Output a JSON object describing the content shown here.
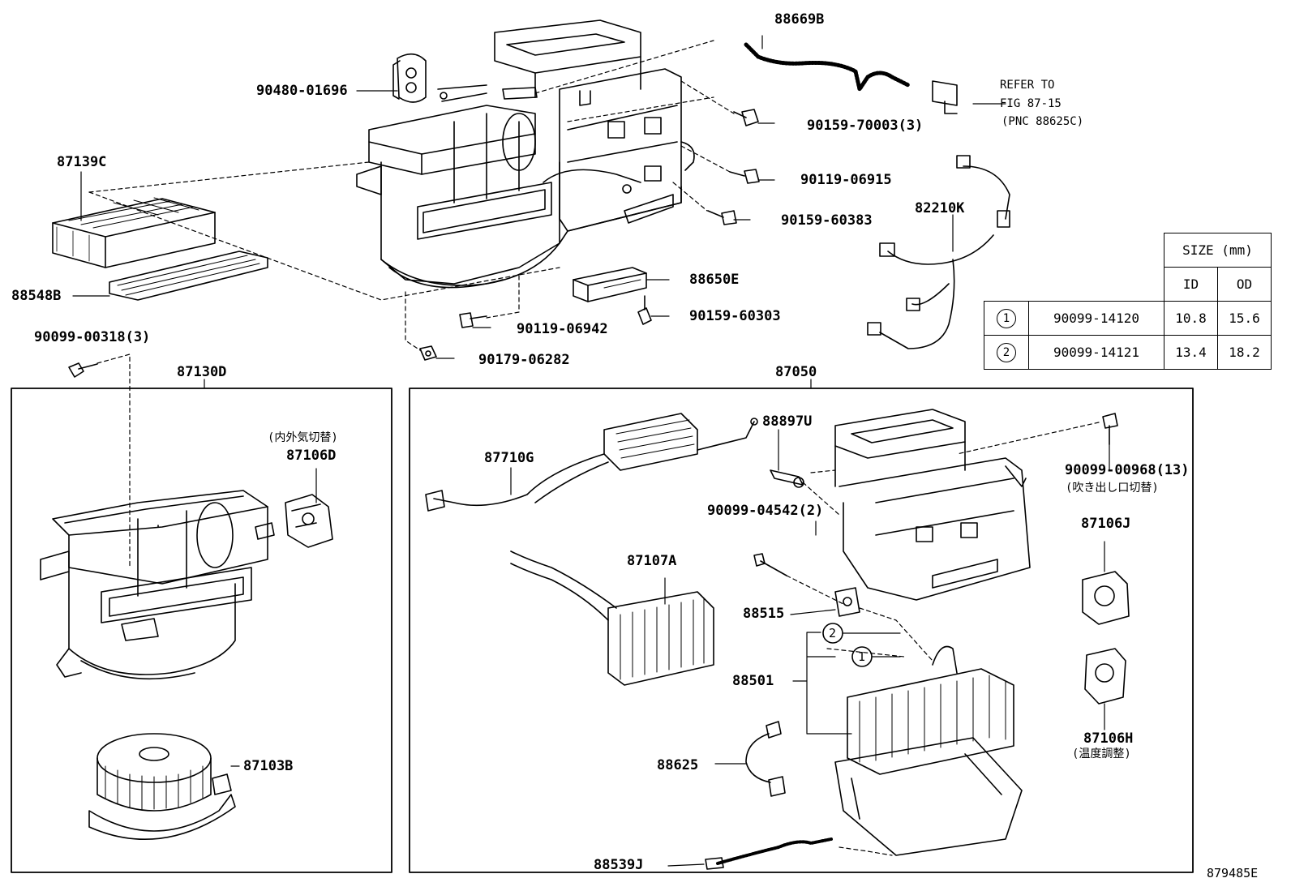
{
  "labels": {
    "p88669B": "88669B",
    "p9048001696": "90480-01696",
    "p87139C": "87139C",
    "p88548B": "88548B",
    "p9009900318": "90099-00318(3)",
    "p9015970003": "90159-70003(3)",
    "p9011906915": "90119-06915",
    "p9015960383": "90159-60383",
    "p82210K": "82210K",
    "p88650E": "88650E",
    "p9015960303": "90159-60303",
    "p9011906942": "90119-06942",
    "p9017906282": "90179-06282",
    "p87130D": "87130D",
    "p87050": "87050",
    "p87106D_note": "(内外気切替)",
    "p87106D": "87106D",
    "p87103B": "87103B",
    "p87710G": "87710G",
    "p88897U": "88897U",
    "p9009900968": "90099-00968(13)",
    "p9009900968_note": "(吹き出し口切替)",
    "p9009904542": "90099-04542(2)",
    "p87107A": "87107A",
    "p87106J": "87106J",
    "p88515": "88515",
    "p88501": "88501",
    "p87106H": "87106H",
    "p87106H_note": "(温度調整)",
    "p88625": "88625",
    "p88539J": "88539J",
    "callout1": "1",
    "callout2": "2",
    "ref_line1": "REFER TO",
    "ref_line2": "FIG 87-15",
    "ref_line3": "(PNC 88625C)",
    "figure_id": "879485E"
  },
  "size_table": {
    "title": "SIZE (mm)",
    "headers": [
      "ID",
      "OD"
    ],
    "rows": [
      {
        "mark": "1",
        "part": "90099-14120",
        "id": "10.8",
        "od": "15.6"
      },
      {
        "mark": "2",
        "part": "90099-14121",
        "id": "13.4",
        "od": "18.2"
      }
    ]
  }
}
